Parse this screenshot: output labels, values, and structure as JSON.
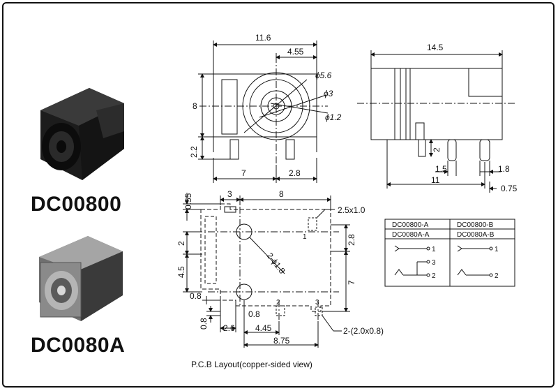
{
  "models": {
    "top_label": "DC00800",
    "bottom_label": "DC0080A"
  },
  "front_view": {
    "width": "11.6",
    "offset": "4.55",
    "dia_outer": "ϕ5.6",
    "dia_mid": "ϕ3",
    "dia_pin": "ϕ1.2",
    "height": "8",
    "pin_height": "2.2",
    "pin_left": "7",
    "pin_right": "2.8"
  },
  "side_view": {
    "length": "14.5",
    "pin_h": "2",
    "pin_pitch_a": "1.5",
    "pin_pitch_b": "1.8",
    "overall": "11",
    "tail": "0.75"
  },
  "pcb": {
    "top_margin": "0.55",
    "w_left": "3",
    "w_right": "8",
    "pad_size": "2.5x1.0",
    "pad_offset": "2.8",
    "pin1_label": "1",
    "pin2_label": "2",
    "pin3_label": "3",
    "hole_gap": "2",
    "hole_spec": "2-ϕ1.8",
    "left_span": "4.5",
    "right_span": "7",
    "small_a": "0.8",
    "small_b": "0.8",
    "bottom_margin": "0.8",
    "x_a": "2.6",
    "x_b": "4.45",
    "x_total": "8.75",
    "slot_spec": "2-(2.0x0.8)",
    "caption": "P.C.B Layout(copper-sided view)"
  },
  "variant_table": {
    "headers": [
      "DC00800-A",
      "DC00800-B"
    ],
    "subheaders": [
      "DC0080A-A",
      "DC0080A-B"
    ],
    "left_pins": [
      "1",
      "3",
      "2"
    ],
    "right_pins": [
      "1",
      "2"
    ]
  },
  "colors": {
    "ink": "#111111",
    "dash": "#333333",
    "photo_dark": "#1c1c1c",
    "photo_grey": "#8a8a8a"
  }
}
